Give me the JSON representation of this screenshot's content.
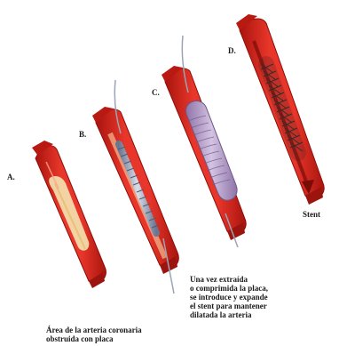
{
  "steps": [
    {
      "letter": "A."
    },
    {
      "letter": "B."
    },
    {
      "letter": "C."
    },
    {
      "letter": "D."
    }
  ],
  "captions": {
    "area": "Área de la arteria coronaria\nobstruida con placa",
    "procedure": "Una vez extraída\no comprimida la placa,\nse introduce y expande\nel stent para mantener\ndilatada la arteria",
    "stent": "Stent"
  },
  "colors": {
    "artery_outer": "#d8261e",
    "artery_dark": "#b01610",
    "artery_light": "#f26a4c",
    "lumen": "#f6d9a6",
    "plaque": "#f4e6b8",
    "balloon": "#b49ac8",
    "stent_metal": "#8f9ab0"
  }
}
